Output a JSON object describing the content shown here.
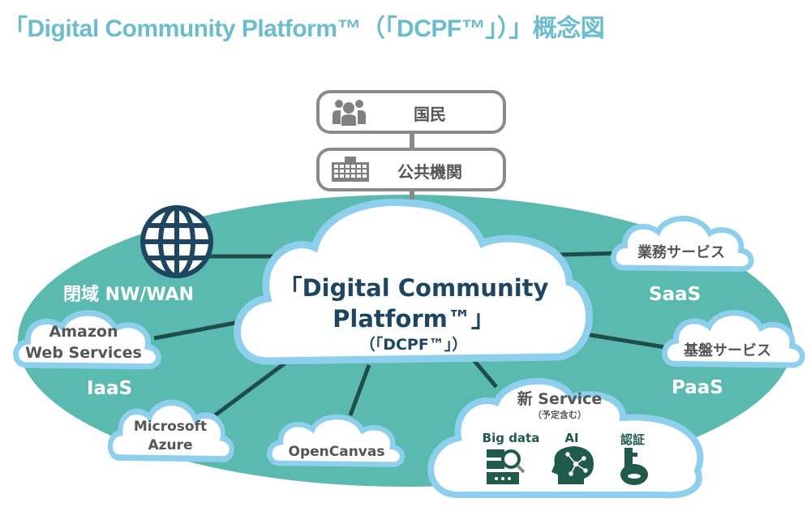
{
  "title": "「Digital Community Platform™（「DCPF™」）」概念図",
  "top_boxes": [
    {
      "label": "国民",
      "icon": "people-icon"
    },
    {
      "label": "公共機関",
      "icon": "building-icon"
    }
  ],
  "center": {
    "line1": "「Digital Community",
    "line2": "Platform™」",
    "line3": "（「DCPF™」）"
  },
  "network": {
    "label": "閉域 NW/WAN",
    "icon": "globe-icon"
  },
  "categories": {
    "iaas": "IaaS",
    "saas": "SaaS",
    "paas": "PaaS"
  },
  "clouds": {
    "aws": {
      "line1": "Amazon",
      "line2": "Web Services"
    },
    "azure": {
      "line1": "Microsoft",
      "line2": "Azure"
    },
    "opencanvas": {
      "label": "OpenCanvas"
    },
    "business": {
      "label": "業務サービス"
    },
    "platform": {
      "label": "基盤サービス"
    },
    "new_service": {
      "title": "新 Service",
      "subtitle": "（予定含む）",
      "items": [
        {
          "label": "Big data",
          "icon": "big-data-icon"
        },
        {
          "label": "AI",
          "icon": "ai-head-icon"
        },
        {
          "label": "認証",
          "icon": "key-icon"
        }
      ]
    }
  },
  "colors": {
    "title": "#6bbccc",
    "ellipse": "#5bbab0",
    "cloud_outline": "#8ecfee",
    "connector": "#1e4d4a",
    "main_text": "#1e4660",
    "box_border": "#8a8a8a"
  }
}
